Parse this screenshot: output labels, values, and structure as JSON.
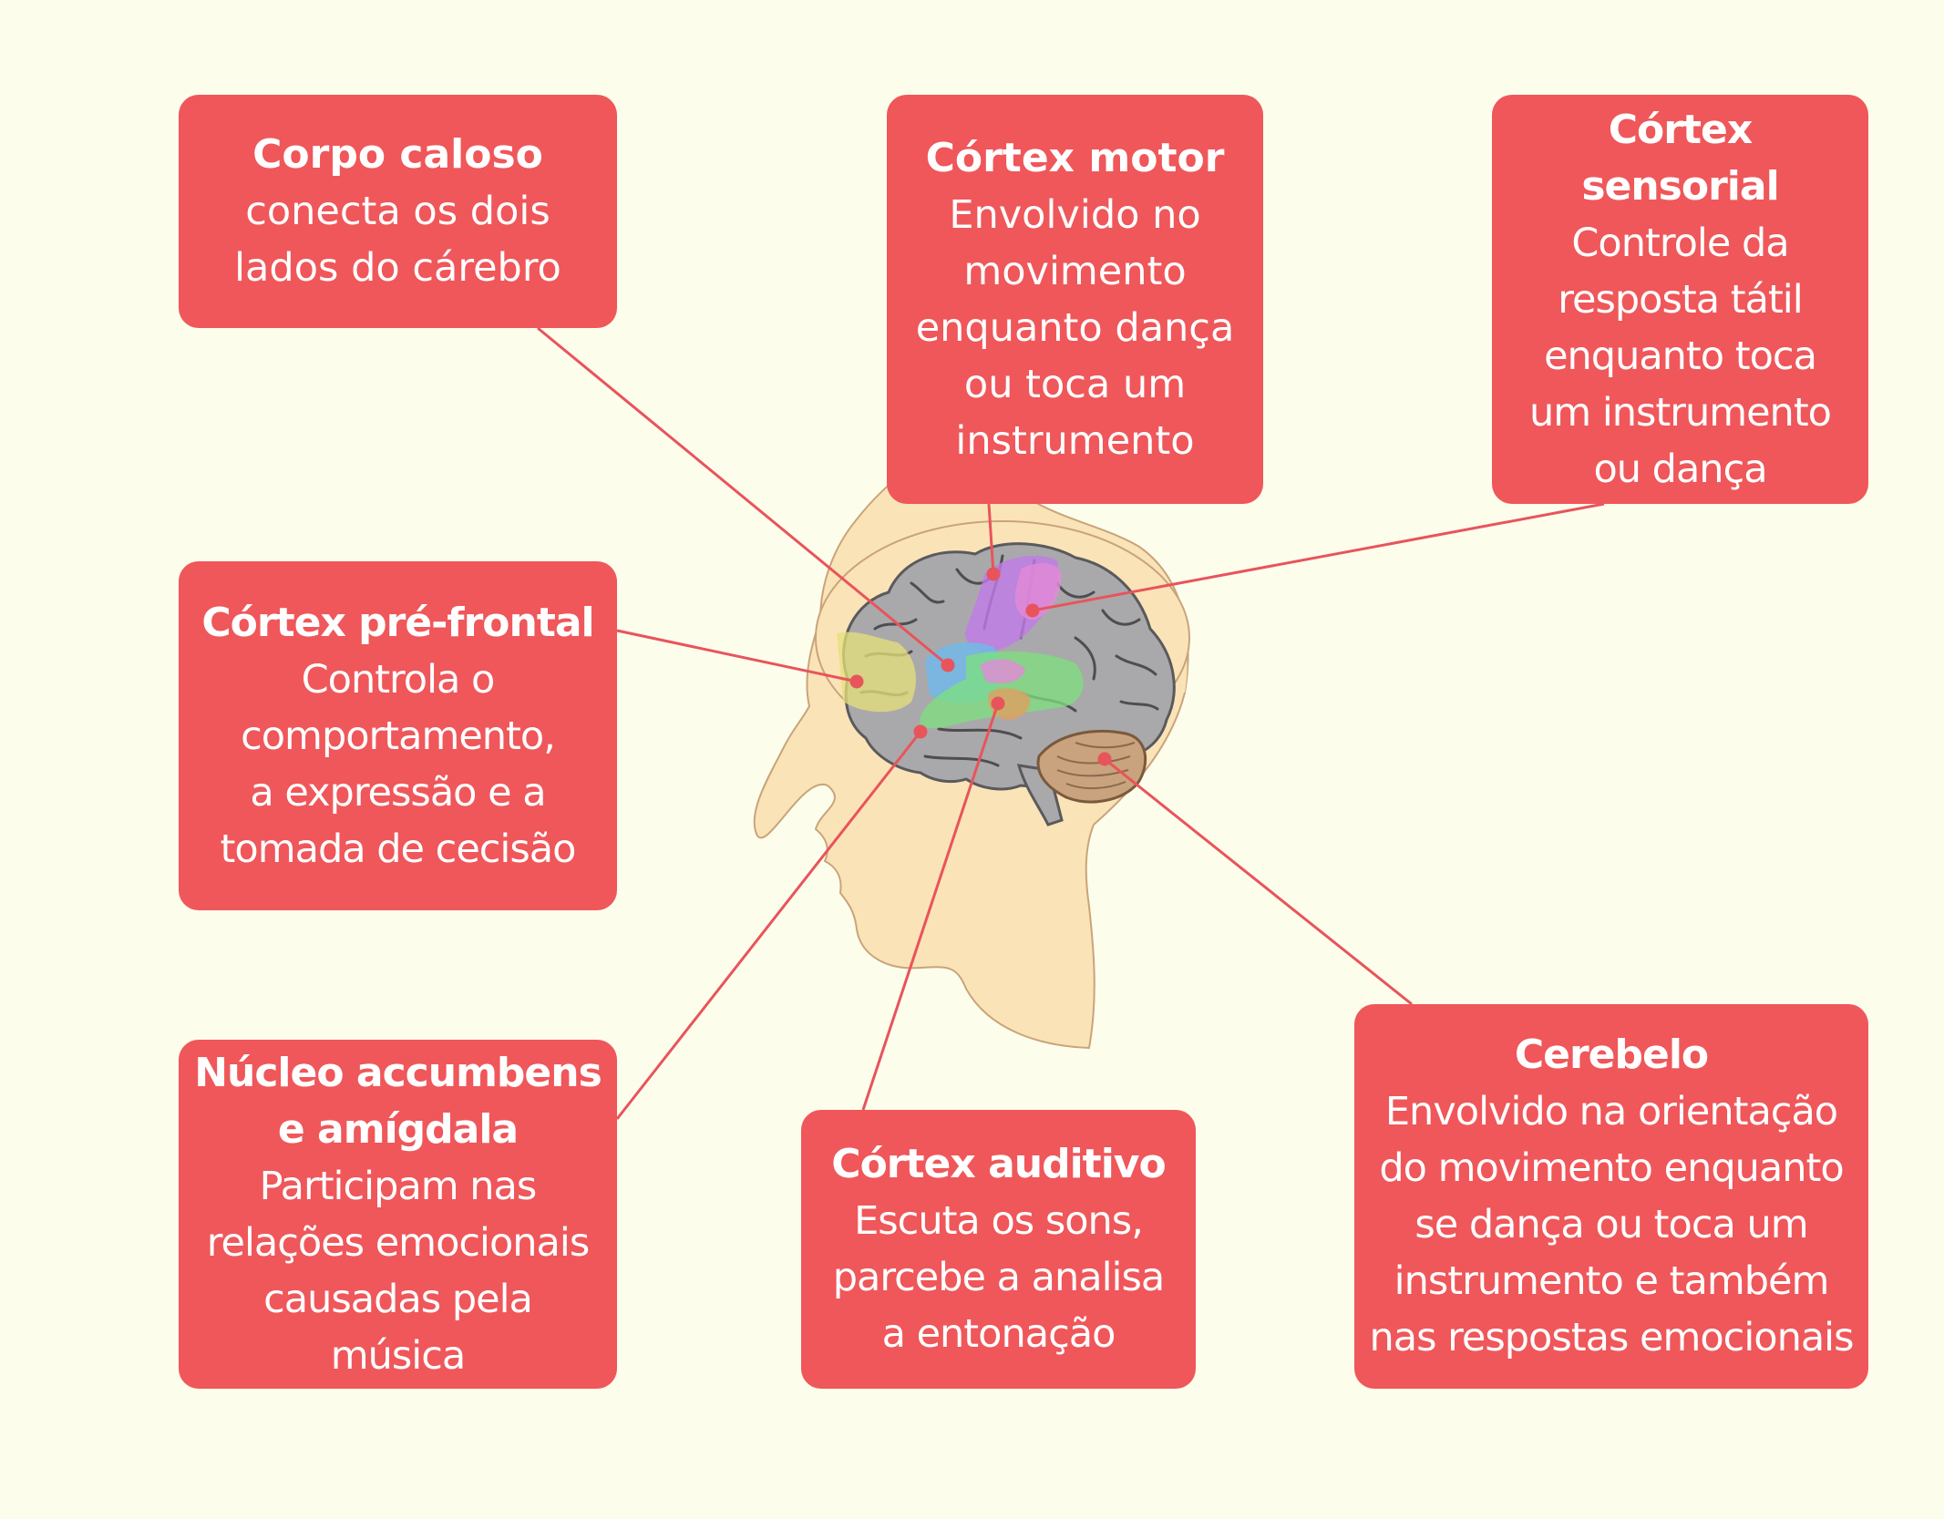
{
  "diagram": {
    "colors": {
      "background": "#fdfdec",
      "box_fill": "#ef575a",
      "box_text": "#ffffff",
      "connector": "#e8545b",
      "head_fill": "#fbe3b8",
      "brain_fill": "#a9a9ab",
      "cerebellum_fill": "#c9a27e",
      "region_prefrontal": "#e6e07a",
      "region_motor": "#c07ae8",
      "region_sensory": "#e48ad8",
      "region_corpus_callosum": "#72b8e8",
      "region_auditory": "#7ee07e",
      "region_amygdala": "#e0a060"
    },
    "head_icon": "human-head-profile-icon",
    "brain_icon": "brain-icon",
    "boxes": [
      {
        "id": "corpo-caloso",
        "title": "Corpo caloso",
        "description": "conecta os dois\nlados do cárebro"
      },
      {
        "id": "cortex-motor",
        "title": "Córtex motor",
        "description": "Envolvido no\nmovimento\nenquanto dança\nou toca um\ninstrumento"
      },
      {
        "id": "cortex-sensorial",
        "title": "Córtex sensorial",
        "description": "Controle da\nresposta tátil\nenquanto toca\num instrumento\nou dança"
      },
      {
        "id": "cortex-pre-frontal",
        "title": "Córtex pré-frontal",
        "description": "Controla o\ncomportamento,\na expressão e a\ntomada de cecisão"
      },
      {
        "id": "nucleo",
        "title": "Núcleo accumbens\ne amígdala",
        "description": "Participam nas\nrelações emocionais\ncausadas pela música"
      },
      {
        "id": "cortex-auditivo",
        "title": "Córtex auditivo",
        "description": "Escuta os sons,\nparcebe a analisa\na entonação"
      },
      {
        "id": "cerebelo",
        "title": "Cerebelo",
        "description": "Envolvido na orientação\ndo movimento enquanto\nse dança ou toca um\ninstrumento e também\nnas respostas emocionais"
      }
    ]
  }
}
